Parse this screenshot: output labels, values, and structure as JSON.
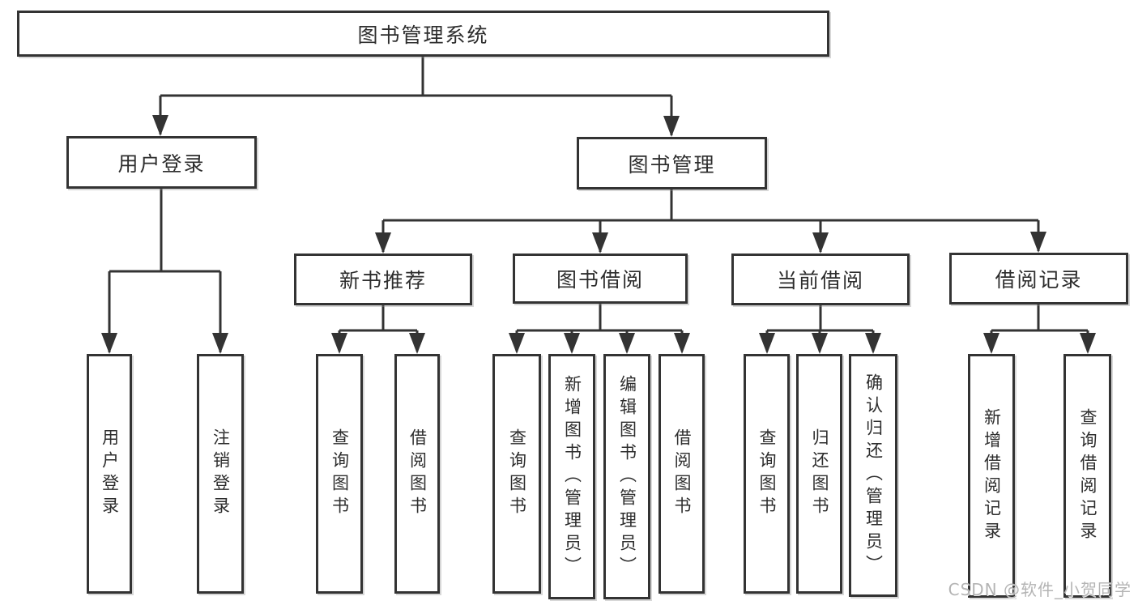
{
  "colors": {
    "background": "#ffffff",
    "line": "#333333",
    "box_border": "#333333",
    "text": "#2d2d2d",
    "watermark": "#b4b4b4"
  },
  "watermark": {
    "text": "CSDN @软件_小贺同学"
  },
  "tree": {
    "root": {
      "label": "图书管理系统"
    },
    "level2": [
      {
        "label": "用户登录"
      },
      {
        "label": "图书管理"
      }
    ],
    "level3": [
      {
        "label": "新书推荐"
      },
      {
        "label": "图书借阅"
      },
      {
        "label": "当前借阅"
      },
      {
        "label": "借阅记录"
      }
    ],
    "leaves": {
      "user_login": [
        {
          "label": "用户登录"
        },
        {
          "label": "注销登录"
        }
      ],
      "new_book": [
        {
          "label": "查询图书"
        },
        {
          "label": "借阅图书"
        }
      ],
      "book_borrow": [
        {
          "label": "查询图书"
        },
        {
          "label": "新增图书（管理员）"
        },
        {
          "label": "编辑图书（管理员）"
        },
        {
          "label": "借阅图书"
        }
      ],
      "current_borrow": [
        {
          "label": "查询图书"
        },
        {
          "label": "归还图书"
        },
        {
          "label": "确认归还（管理员）"
        }
      ],
      "borrow_record": [
        {
          "label": "新增借阅记录"
        },
        {
          "label": "查询借阅记录"
        }
      ]
    }
  }
}
